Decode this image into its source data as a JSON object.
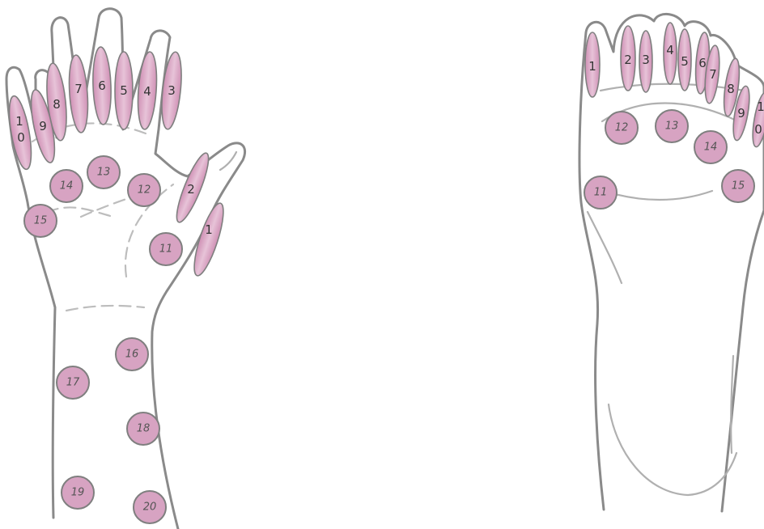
{
  "colors": {
    "point_fill": "#d7a3c2",
    "outline": "#8a8a8a",
    "point_stroke": "#7f7f7f"
  },
  "hand": {
    "finger_points": [
      {
        "id": "h1",
        "label": "1"
      },
      {
        "id": "h2",
        "label": "2"
      },
      {
        "id": "h3",
        "label": "3"
      },
      {
        "id": "h4",
        "label": "4"
      },
      {
        "id": "h5",
        "label": "5"
      },
      {
        "id": "h6",
        "label": "6"
      },
      {
        "id": "h7",
        "label": "7"
      },
      {
        "id": "h8",
        "label": "8"
      },
      {
        "id": "h9",
        "label": "9"
      },
      {
        "id": "h10a",
        "label": "1"
      },
      {
        "id": "h10b",
        "label": "0"
      }
    ],
    "circle_points": [
      {
        "id": "h11",
        "label": "11"
      },
      {
        "id": "h12",
        "label": "12"
      },
      {
        "id": "h13",
        "label": "13"
      },
      {
        "id": "h14",
        "label": "14"
      },
      {
        "id": "h15",
        "label": "15"
      },
      {
        "id": "h16",
        "label": "16"
      },
      {
        "id": "h17",
        "label": "17"
      },
      {
        "id": "h18",
        "label": "18"
      },
      {
        "id": "h19",
        "label": "19"
      },
      {
        "id": "h20",
        "label": "20"
      }
    ]
  },
  "foot": {
    "toe_points": [
      {
        "id": "f1",
        "label": "1"
      },
      {
        "id": "f2",
        "label": "2"
      },
      {
        "id": "f3",
        "label": "3"
      },
      {
        "id": "f4",
        "label": "4"
      },
      {
        "id": "f5",
        "label": "5"
      },
      {
        "id": "f6",
        "label": "6"
      },
      {
        "id": "f7",
        "label": "7"
      },
      {
        "id": "f8",
        "label": "8"
      },
      {
        "id": "f9",
        "label": "9"
      },
      {
        "id": "f10a",
        "label": "1"
      },
      {
        "id": "f10b",
        "label": "0"
      }
    ],
    "circle_points": [
      {
        "id": "f11",
        "label": "11"
      },
      {
        "id": "f12",
        "label": "12"
      },
      {
        "id": "f13",
        "label": "13"
      },
      {
        "id": "f14",
        "label": "14"
      },
      {
        "id": "f15",
        "label": "15"
      }
    ]
  }
}
